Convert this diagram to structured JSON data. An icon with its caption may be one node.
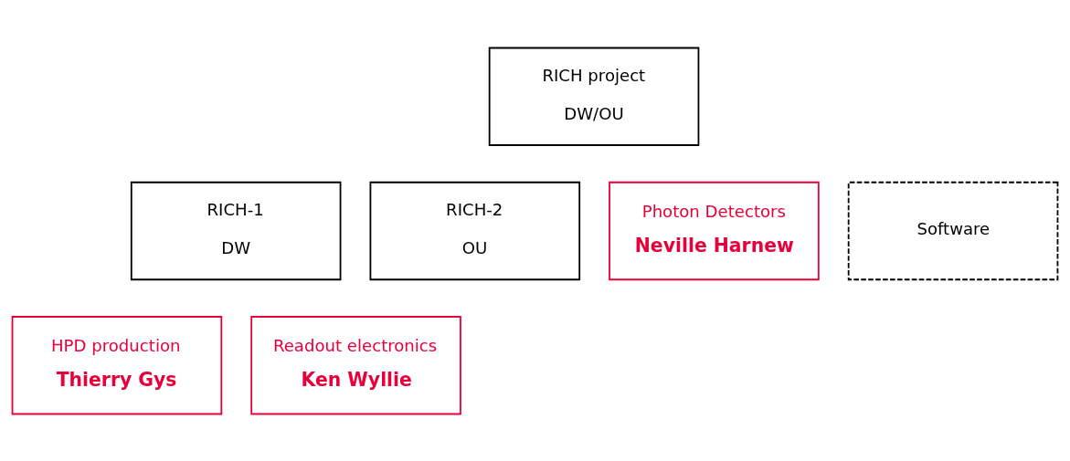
{
  "diagram": {
    "nodes": [
      {
        "text": [
          "RICH project",
          "DW/OU"
        ]
      },
      {
        "text": [
          "RICH-1",
          "DW"
        ]
      },
      {
        "text": [
          "RICH-2",
          "OU"
        ]
      },
      {
        "text": [
          "Photon Detectors",
          "Neville Harnew"
        ]
      },
      {
        "text": [
          "Software"
        ]
      },
      {
        "text": [
          "HPD production",
          "Thierry Gys"
        ]
      },
      {
        "text": [
          "Readout electronics",
          "Ken Wyllie"
        ]
      }
    ],
    "edges": []
  }
}
